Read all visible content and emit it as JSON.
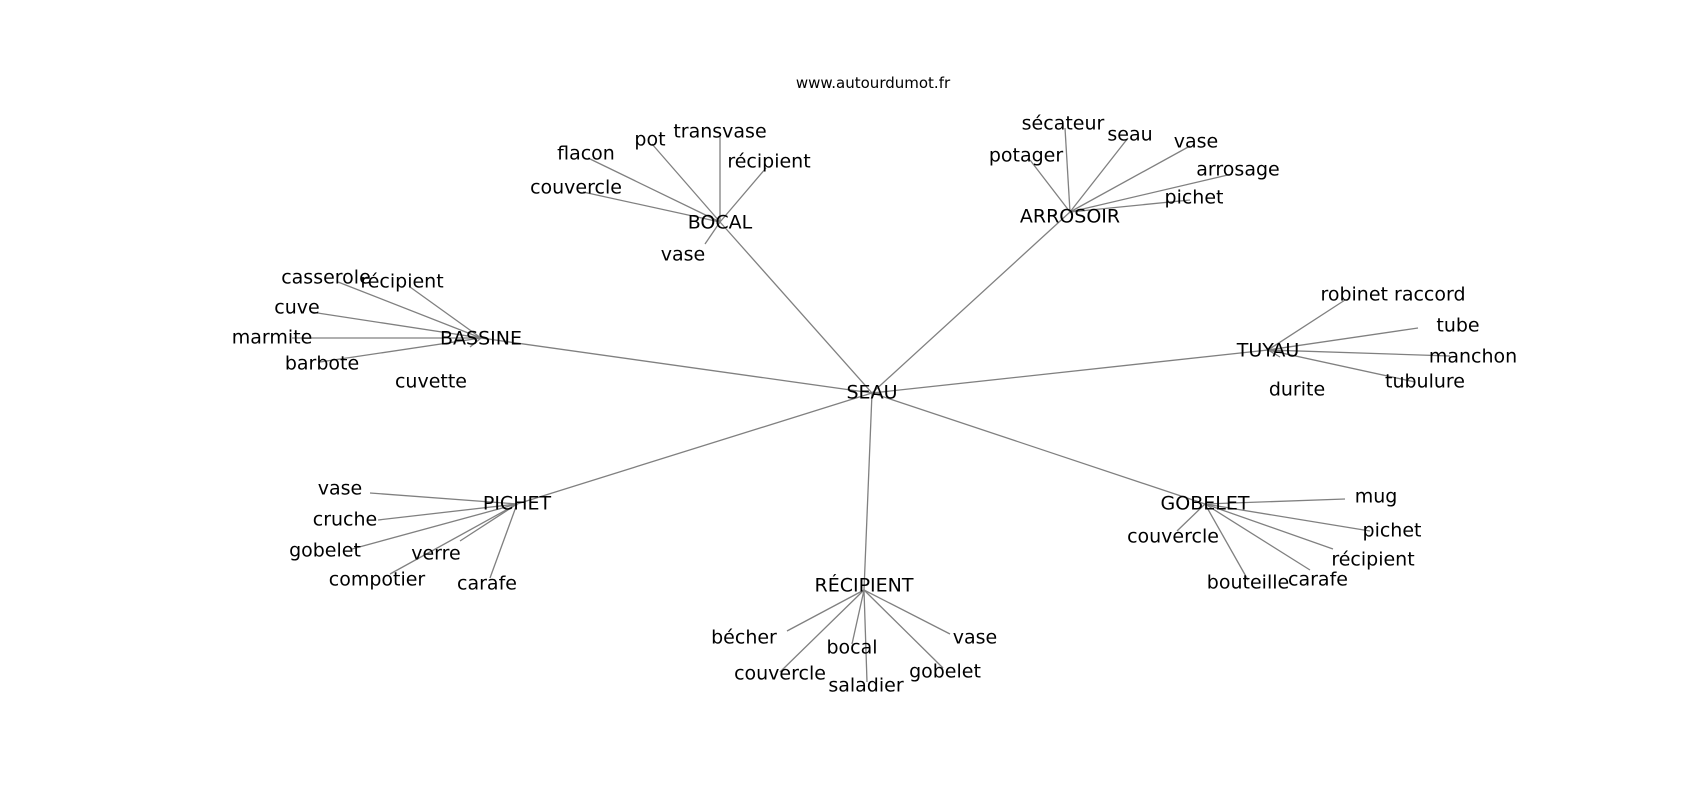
{
  "site": "www.autourdumot.fr",
  "edge_color": "#808080",
  "graph": {
    "center": "SEAU",
    "clusters": [
      {
        "hub": "BOCAL",
        "words": [
          "transvase",
          "pot",
          "flacon",
          "récipient",
          "couvercle",
          "vase"
        ]
      },
      {
        "hub": "ARROSOIR",
        "words": [
          "sécateur",
          "seau",
          "potager",
          "vase",
          "arrosage",
          "pichet"
        ]
      },
      {
        "hub": "BASSINE",
        "words": [
          "casserole",
          "récipient",
          "cuve",
          "marmite",
          "barbote",
          "cuvette"
        ]
      },
      {
        "hub": "TUYAU",
        "words": [
          "robinet raccord",
          "tube",
          "manchon",
          "tubulure",
          "durite"
        ]
      },
      {
        "hub": "PICHET",
        "words": [
          "vase",
          "cruche",
          "gobelet",
          "verre",
          "compotier",
          "carafe"
        ]
      },
      {
        "hub": "GOBELET",
        "words": [
          "mug",
          "pichet",
          "récipient",
          "carafe",
          "bouteille",
          "couvercle"
        ]
      },
      {
        "hub": "RÉCIPIENT",
        "words": [
          "bécher",
          "vase",
          "bocal",
          "couvercle",
          "saladier",
          "gobelet"
        ]
      }
    ]
  }
}
